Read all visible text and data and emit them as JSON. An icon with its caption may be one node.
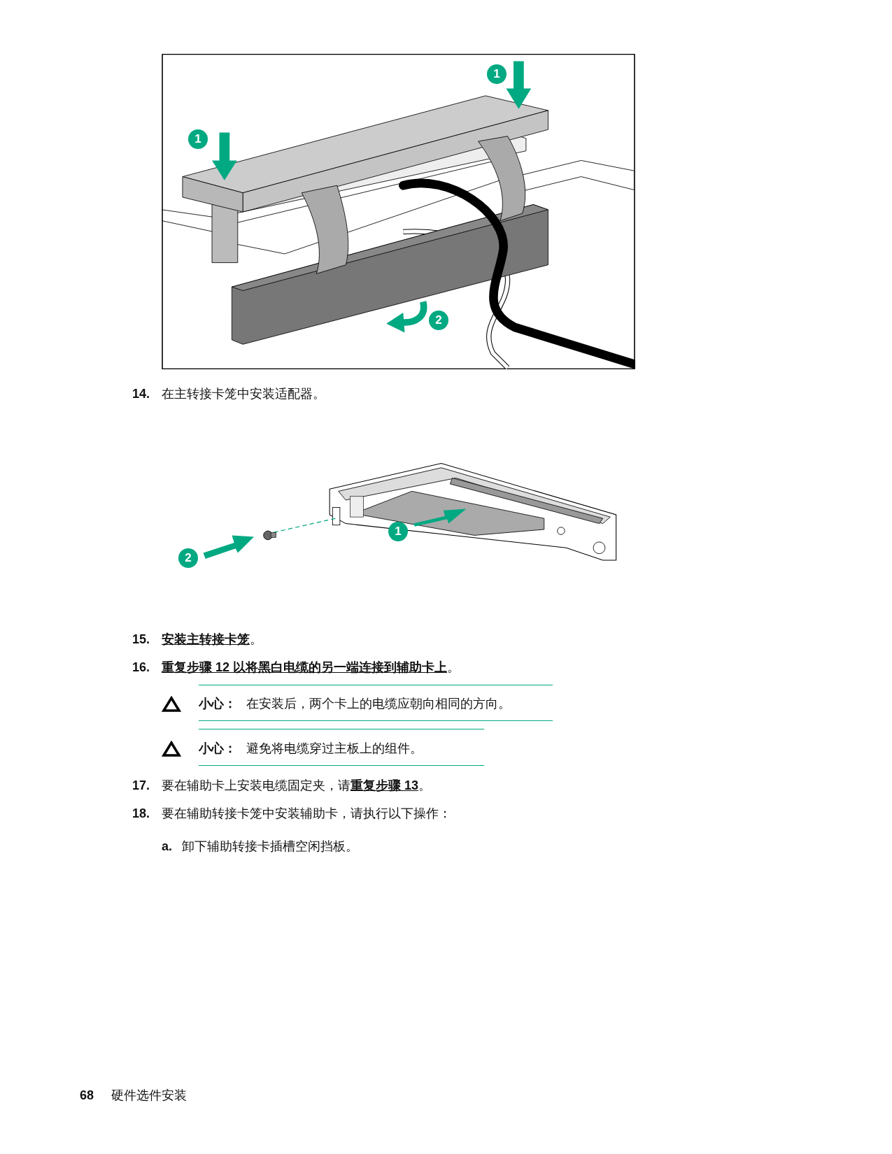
{
  "diagram": {
    "labels": [
      "1",
      "1",
      "2",
      "14.",
      "在主转接卡笼中安装适配器。",
      "1",
      "2",
      "15.",
      "**安装主转接卡笼**。",
      "16.",
      "**重复步骤 12 以将黑白电缆的另一端连接到辅助卡上**。",
      "小心：",
      "在安装后，两个卡上的电缆应朝向相同的方向。",
      "小心：",
      "避免将电缆穿过主板上的组件。",
      "17.",
      "要在辅助卡上安装电缆固定夹，请**重复步骤 13**。",
      "18.",
      "要在辅助转接卡笼中安装辅助卡，请执行以下操作：",
      "a.",
      "卸下辅助转接卡插槽空闲挡板。",
      "68",
      "硬件选件安装"
    ]
  }
}
